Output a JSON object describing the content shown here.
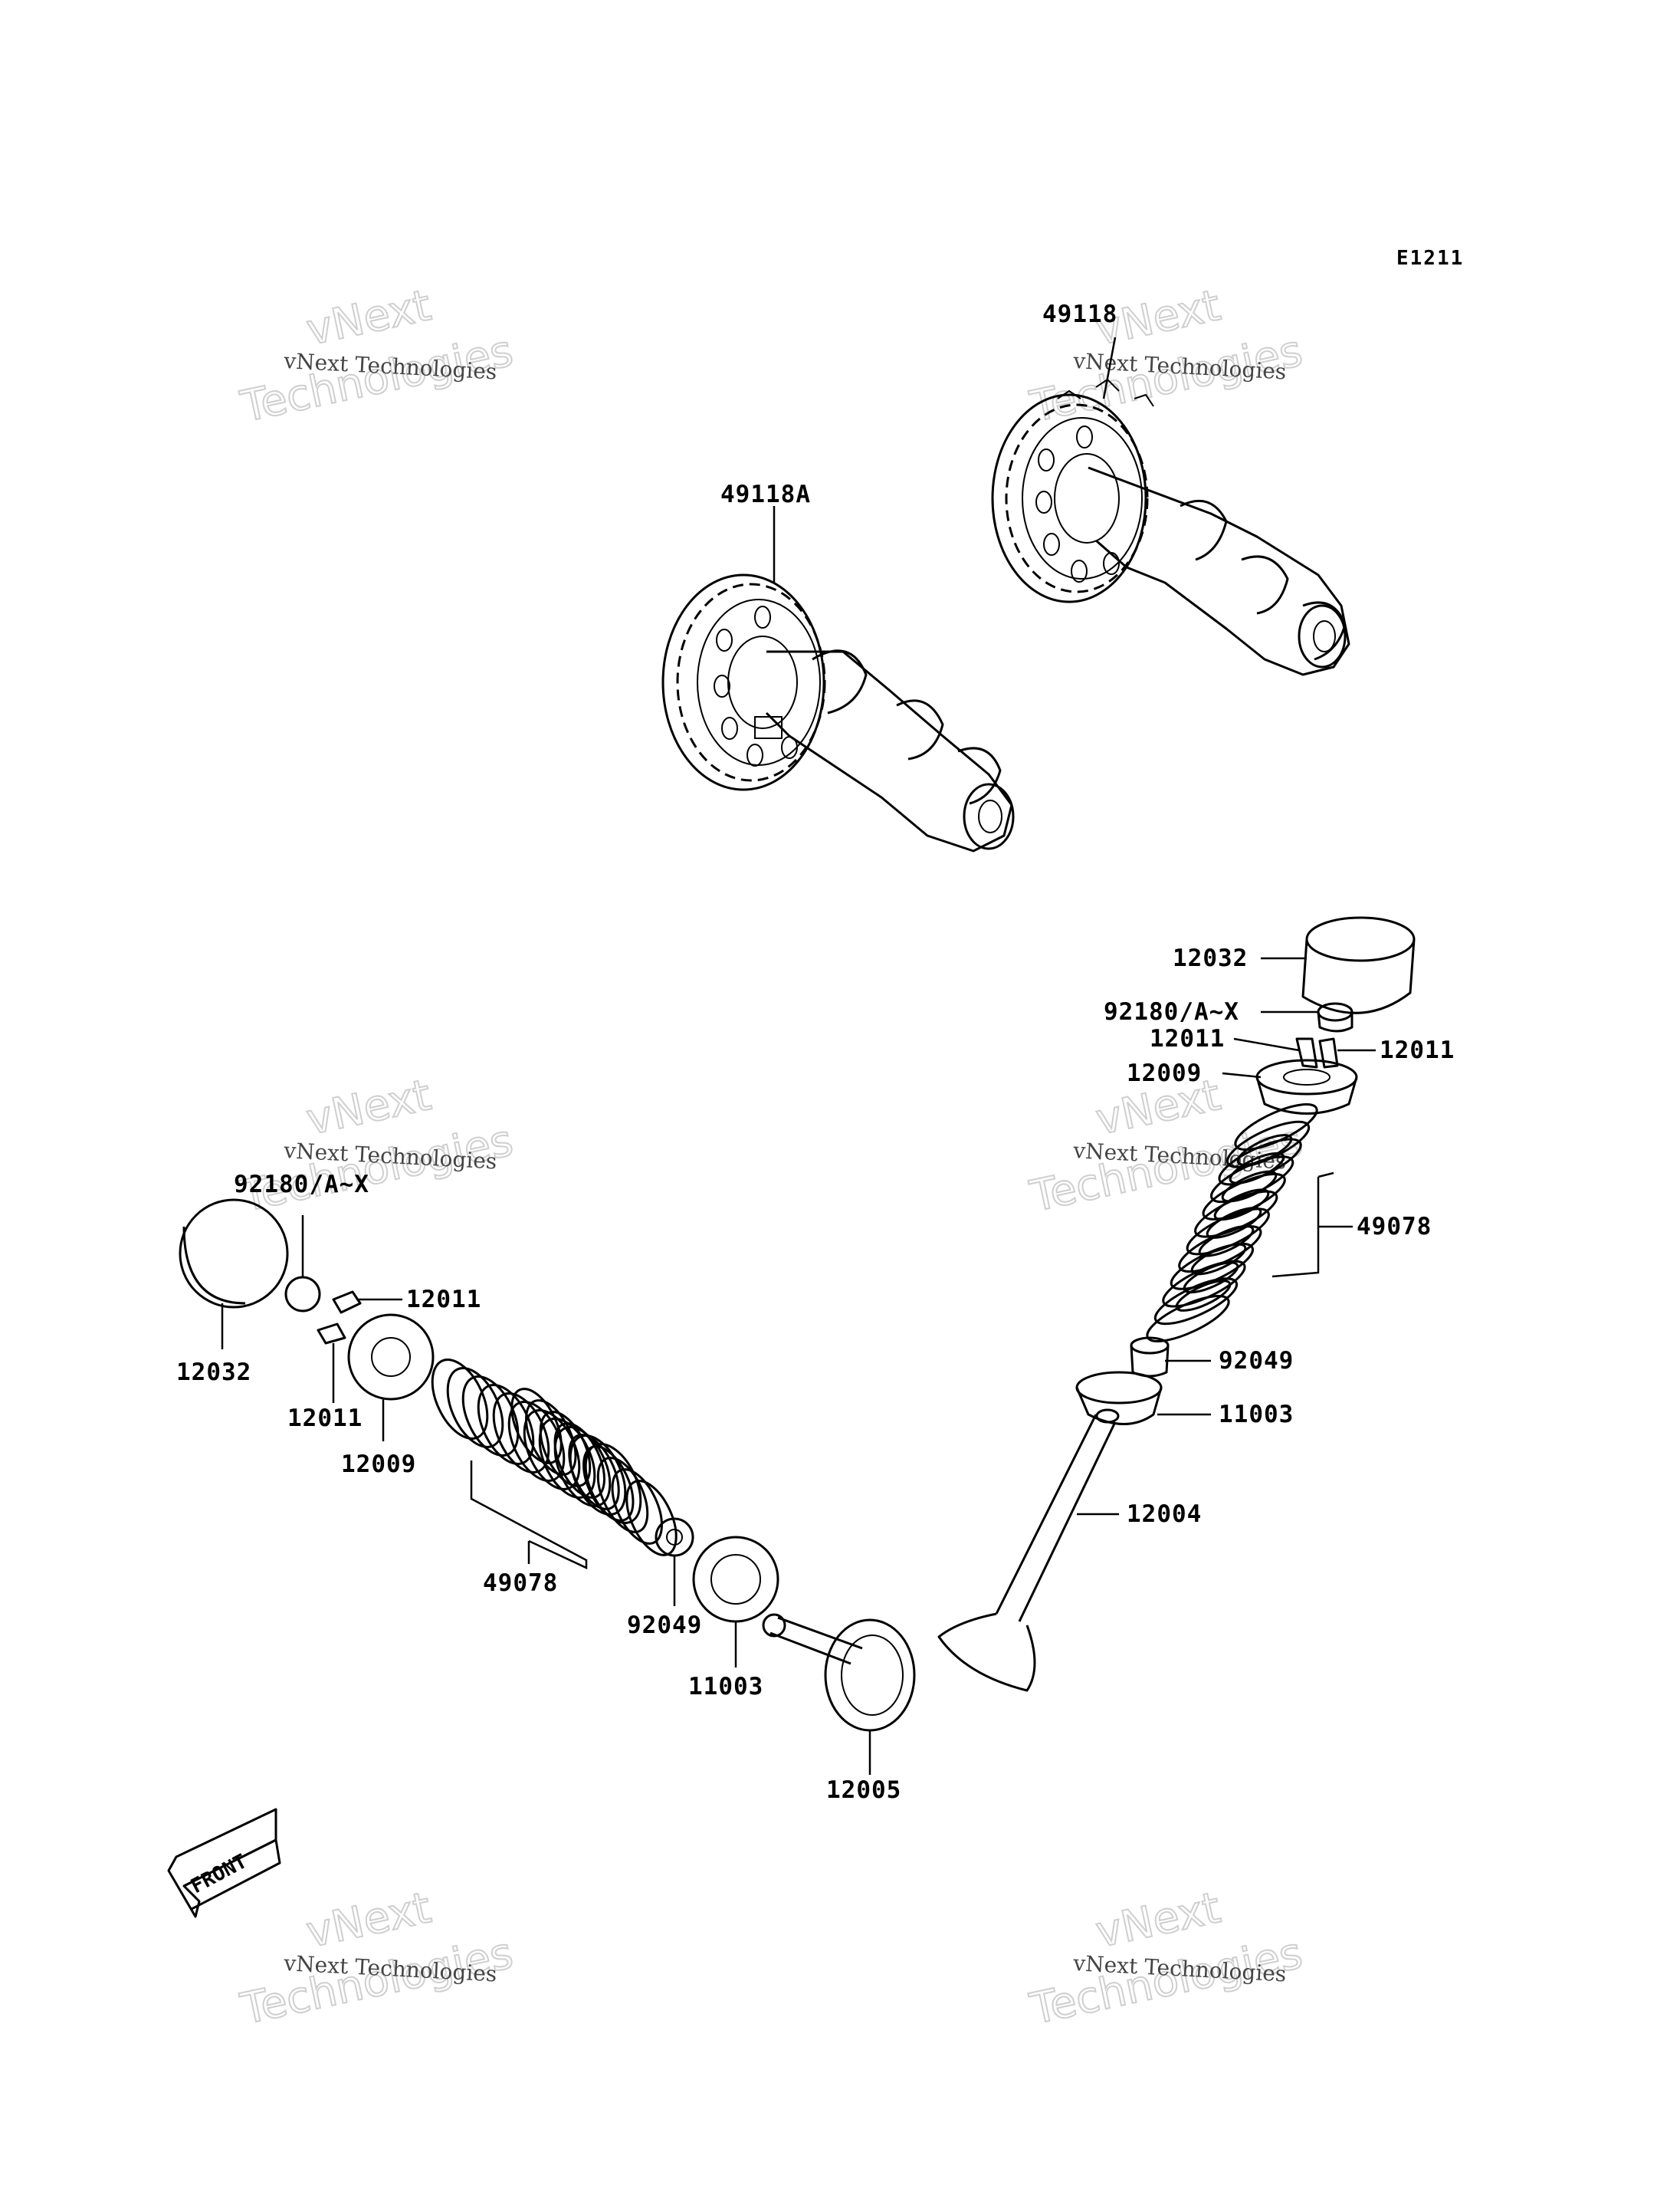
{
  "diagram_code": "E1211",
  "front_label": "FRONT",
  "watermark": {
    "line1": "vNext Technologies",
    "line2": "vNext",
    "line3": "Technologies"
  },
  "callouts": {
    "cam_exhaust": "49118",
    "cam_intake": "49118A",
    "tappet_right": "12032",
    "shim_right": "92180/A~X",
    "cotter_right_l": "12011",
    "cotter_right_r": "12011",
    "retainer_right": "12009",
    "spring_right": "49078",
    "seal_right": "92049",
    "seat_right": "11003",
    "valve_exhaust": "12004",
    "shim_left": "92180/A~X",
    "cotter_left_top": "12011",
    "tappet_left": "12032",
    "cotter_left_bottom": "12011",
    "retainer_left": "12009",
    "spring_left": "49078",
    "seal_left": "92049",
    "seat_left": "11003",
    "valve_intake": "12005"
  }
}
